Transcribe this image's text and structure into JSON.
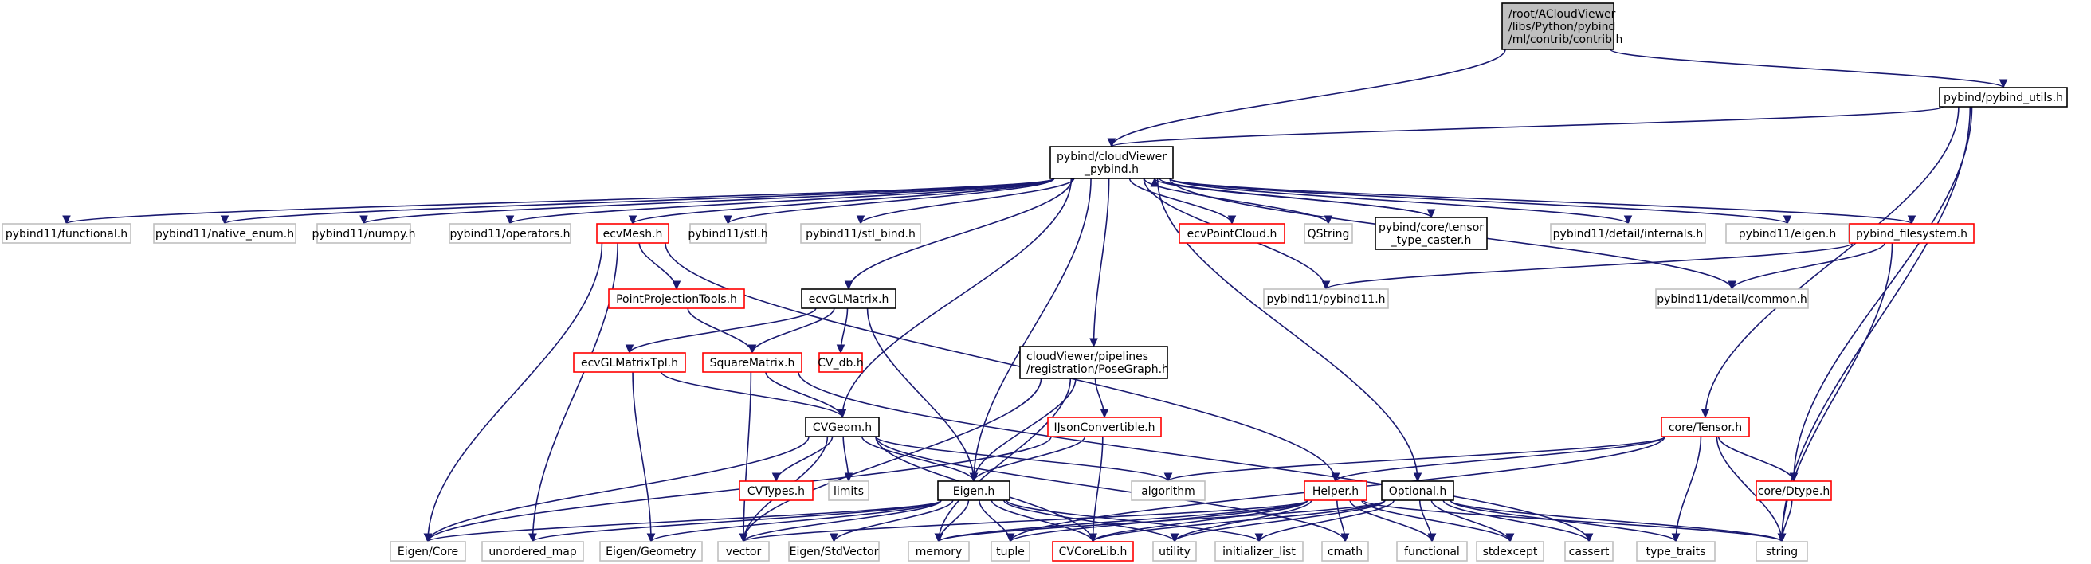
{
  "diagram": {
    "title": "Include dependency graph for contrib.h",
    "edge_color": "#191970",
    "box_colors": {
      "root_fill": "#bfbfbf",
      "documented_border": "#000000",
      "undocumented_border": "#ff0000",
      "external_border": "#bfbfbf"
    },
    "nodes": [
      {
        "id": "root",
        "lines": [
          "/root/ACloudViewer",
          "/libs/Python/pybind",
          "/ml/contrib/contrib.h"
        ],
        "style": "root"
      },
      {
        "id": "pybind_utils",
        "lines": [
          "pybind/pybind_utils.h"
        ],
        "style": "black"
      },
      {
        "id": "cv_pybind",
        "lines": [
          "pybind/cloudViewer",
          "_pybind.h"
        ],
        "style": "black"
      },
      {
        "id": "pb_functional",
        "lines": [
          "pybind11/functional.h"
        ],
        "style": "gray"
      },
      {
        "id": "pb_native_enum",
        "lines": [
          "pybind11/native_enum.h"
        ],
        "style": "gray"
      },
      {
        "id": "pb_numpy",
        "lines": [
          "pybind11/numpy.h"
        ],
        "style": "gray"
      },
      {
        "id": "pb_operators",
        "lines": [
          "pybind11/operators.h"
        ],
        "style": "gray"
      },
      {
        "id": "ecvMesh",
        "lines": [
          "ecvMesh.h"
        ],
        "style": "red"
      },
      {
        "id": "pb_stl",
        "lines": [
          "pybind11/stl.h"
        ],
        "style": "gray"
      },
      {
        "id": "pb_stl_bind",
        "lines": [
          "pybind11/stl_bind.h"
        ],
        "style": "gray"
      },
      {
        "id": "ecvPointCloud",
        "lines": [
          "ecvPointCloud.h"
        ],
        "style": "red"
      },
      {
        "id": "QString",
        "lines": [
          "QString"
        ],
        "style": "gray"
      },
      {
        "id": "tensor_caster",
        "lines": [
          "pybind/core/tensor",
          "_type_caster.h"
        ],
        "style": "black"
      },
      {
        "id": "pb_internals",
        "lines": [
          "pybind11/detail/internals.h"
        ],
        "style": "gray"
      },
      {
        "id": "pb_eigen",
        "lines": [
          "pybind11/eigen.h"
        ],
        "style": "gray"
      },
      {
        "id": "pybind_fs",
        "lines": [
          "pybind_filesystem.h"
        ],
        "style": "red"
      },
      {
        "id": "PointProj",
        "lines": [
          "PointProjectionTools.h"
        ],
        "style": "red"
      },
      {
        "id": "ecvGLMatrix",
        "lines": [
          "ecvGLMatrix.h"
        ],
        "style": "black"
      },
      {
        "id": "pb_pybind11",
        "lines": [
          "pybind11/pybind11.h"
        ],
        "style": "gray"
      },
      {
        "id": "pb_common",
        "lines": [
          "pybind11/detail/common.h"
        ],
        "style": "gray"
      },
      {
        "id": "ecvGLMatrixTpl",
        "lines": [
          "ecvGLMatrixTpl.h"
        ],
        "style": "red"
      },
      {
        "id": "SquareMatrix",
        "lines": [
          "SquareMatrix.h"
        ],
        "style": "red"
      },
      {
        "id": "CV_db",
        "lines": [
          "CV_db.h"
        ],
        "style": "red"
      },
      {
        "id": "PoseGraph",
        "lines": [
          "cloudViewer/pipelines",
          "/registration/PoseGraph.h"
        ],
        "style": "black"
      },
      {
        "id": "CVGeom",
        "lines": [
          "CVGeom.h"
        ],
        "style": "black"
      },
      {
        "id": "IJson",
        "lines": [
          "IJsonConvertible.h"
        ],
        "style": "red"
      },
      {
        "id": "Tensor",
        "lines": [
          "core/Tensor.h"
        ],
        "style": "red"
      },
      {
        "id": "CVTypes",
        "lines": [
          "CVTypes.h"
        ],
        "style": "red"
      },
      {
        "id": "limits",
        "lines": [
          "limits"
        ],
        "style": "gray"
      },
      {
        "id": "EigenH",
        "lines": [
          "Eigen.h"
        ],
        "style": "black"
      },
      {
        "id": "algorithm",
        "lines": [
          "algorithm"
        ],
        "style": "gray"
      },
      {
        "id": "Helper",
        "lines": [
          "Helper.h"
        ],
        "style": "red"
      },
      {
        "id": "Optional",
        "lines": [
          "Optional.h"
        ],
        "style": "black"
      },
      {
        "id": "Dtype",
        "lines": [
          "core/Dtype.h"
        ],
        "style": "red"
      },
      {
        "id": "EigenCore",
        "lines": [
          "Eigen/Core"
        ],
        "style": "gray"
      },
      {
        "id": "unordered_map",
        "lines": [
          "unordered_map"
        ],
        "style": "gray"
      },
      {
        "id": "EigenGeometry",
        "lines": [
          "Eigen/Geometry"
        ],
        "style": "gray"
      },
      {
        "id": "vector",
        "lines": [
          "vector"
        ],
        "style": "gray"
      },
      {
        "id": "EigenStdVector",
        "lines": [
          "Eigen/StdVector"
        ],
        "style": "gray"
      },
      {
        "id": "memory",
        "lines": [
          "memory"
        ],
        "style": "gray"
      },
      {
        "id": "tuple",
        "lines": [
          "tuple"
        ],
        "style": "gray"
      },
      {
        "id": "CVCoreLib",
        "lines": [
          "CVCoreLib.h"
        ],
        "style": "red"
      },
      {
        "id": "utility",
        "lines": [
          "utility"
        ],
        "style": "gray"
      },
      {
        "id": "initializer_list",
        "lines": [
          "initializer_list"
        ],
        "style": "gray"
      },
      {
        "id": "cmath",
        "lines": [
          "cmath"
        ],
        "style": "gray"
      },
      {
        "id": "functional",
        "lines": [
          "functional"
        ],
        "style": "gray"
      },
      {
        "id": "stdexcept",
        "lines": [
          "stdexcept"
        ],
        "style": "gray"
      },
      {
        "id": "cassert",
        "lines": [
          "cassert"
        ],
        "style": "gray"
      },
      {
        "id": "type_traits",
        "lines": [
          "type_traits"
        ],
        "style": "gray"
      },
      {
        "id": "string",
        "lines": [
          "string"
        ],
        "style": "gray"
      }
    ],
    "edges": [
      [
        "root",
        "cv_pybind"
      ],
      [
        "root",
        "pybind_utils"
      ],
      [
        "pybind_utils",
        "cv_pybind"
      ],
      [
        "pybind_utils",
        "Tensor"
      ],
      [
        "pybind_utils",
        "Dtype"
      ],
      [
        "pybind_utils",
        "string"
      ],
      [
        "cv_pybind",
        "pb_functional"
      ],
      [
        "cv_pybind",
        "pb_native_enum"
      ],
      [
        "cv_pybind",
        "pb_numpy"
      ],
      [
        "cv_pybind",
        "pb_operators"
      ],
      [
        "cv_pybind",
        "ecvMesh"
      ],
      [
        "cv_pybind",
        "pb_stl"
      ],
      [
        "cv_pybind",
        "pb_stl_bind"
      ],
      [
        "cv_pybind",
        "ecvPointCloud"
      ],
      [
        "cv_pybind",
        "QString"
      ],
      [
        "cv_pybind",
        "tensor_caster"
      ],
      [
        "cv_pybind",
        "pb_internals"
      ],
      [
        "cv_pybind",
        "pb_eigen"
      ],
      [
        "cv_pybind",
        "pybind_fs"
      ],
      [
        "cv_pybind",
        "ecvGLMatrix"
      ],
      [
        "cv_pybind",
        "pb_pybind11"
      ],
      [
        "cv_pybind",
        "pb_common"
      ],
      [
        "cv_pybind",
        "PoseGraph"
      ],
      [
        "cv_pybind",
        "CVGeom"
      ],
      [
        "cv_pybind",
        "EigenH"
      ],
      [
        "cv_pybind",
        "Optional"
      ],
      [
        "tensor_caster",
        "cv_pybind"
      ],
      [
        "ecvMesh",
        "PointProj"
      ],
      [
        "ecvMesh",
        "Helper"
      ],
      [
        "ecvMesh",
        "EigenCore"
      ],
      [
        "ecvMesh",
        "unordered_map"
      ],
      [
        "pybind_fs",
        "pb_pybind11"
      ],
      [
        "pybind_fs",
        "pb_common"
      ],
      [
        "pybind_fs",
        "string"
      ],
      [
        "PointProj",
        "SquareMatrix"
      ],
      [
        "ecvGLMatrix",
        "ecvGLMatrixTpl"
      ],
      [
        "ecvGLMatrix",
        "SquareMatrix"
      ],
      [
        "ecvGLMatrix",
        "CV_db"
      ],
      [
        "ecvGLMatrix",
        "EigenH"
      ],
      [
        "ecvGLMatrixTpl",
        "CVGeom"
      ],
      [
        "ecvGLMatrixTpl",
        "EigenGeometry"
      ],
      [
        "SquareMatrix",
        "CVGeom"
      ],
      [
        "SquareMatrix",
        "vector"
      ],
      [
        "SquareMatrix",
        "cassert"
      ],
      [
        "PoseGraph",
        "IJson"
      ],
      [
        "PoseGraph",
        "EigenH"
      ],
      [
        "PoseGraph",
        "vector"
      ],
      [
        "PoseGraph",
        "memory"
      ],
      [
        "CVGeom",
        "CVTypes"
      ],
      [
        "CVGeom",
        "limits"
      ],
      [
        "CVGeom",
        "EigenH"
      ],
      [
        "CVGeom",
        "algorithm"
      ],
      [
        "CVGeom",
        "EigenCore"
      ],
      [
        "CVGeom",
        "vector"
      ],
      [
        "CVGeom",
        "CVCoreLib"
      ],
      [
        "CVGeom",
        "cmath"
      ],
      [
        "IJson",
        "EigenH"
      ],
      [
        "IJson",
        "CVCoreLib"
      ],
      [
        "IJson",
        "EigenCore"
      ],
      [
        "Tensor",
        "algorithm"
      ],
      [
        "Tensor",
        "Dtype"
      ],
      [
        "Tensor",
        "Helper"
      ],
      [
        "Tensor",
        "type_traits"
      ],
      [
        "Tensor",
        "string"
      ],
      [
        "Tensor",
        "tuple"
      ],
      [
        "EigenH",
        "EigenCore"
      ],
      [
        "EigenH",
        "unordered_map"
      ],
      [
        "EigenH",
        "EigenGeometry"
      ],
      [
        "EigenH",
        "vector"
      ],
      [
        "EigenH",
        "EigenStdVector"
      ],
      [
        "EigenH",
        "memory"
      ],
      [
        "EigenH",
        "tuple"
      ],
      [
        "EigenH",
        "CVCoreLib"
      ],
      [
        "EigenH",
        "utility"
      ],
      [
        "EigenH",
        "initializer_list"
      ],
      [
        "Helper",
        "vector"
      ],
      [
        "Helper",
        "memory"
      ],
      [
        "Helper",
        "tuple"
      ],
      [
        "Helper",
        "CVCoreLib"
      ],
      [
        "Helper",
        "cmath"
      ],
      [
        "Helper",
        "functional"
      ],
      [
        "Helper",
        "stdexcept"
      ],
      [
        "Helper",
        "string"
      ],
      [
        "Helper",
        "utility"
      ],
      [
        "Optional",
        "functional"
      ],
      [
        "Optional",
        "stdexcept"
      ],
      [
        "Optional",
        "cassert"
      ],
      [
        "Optional",
        "initializer_list"
      ],
      [
        "Optional",
        "utility"
      ],
      [
        "Optional",
        "type_traits"
      ],
      [
        "Optional",
        "string"
      ],
      [
        "Optional",
        "memory"
      ],
      [
        "Optional",
        "CVCoreLib"
      ],
      [
        "Dtype",
        "string"
      ]
    ]
  }
}
